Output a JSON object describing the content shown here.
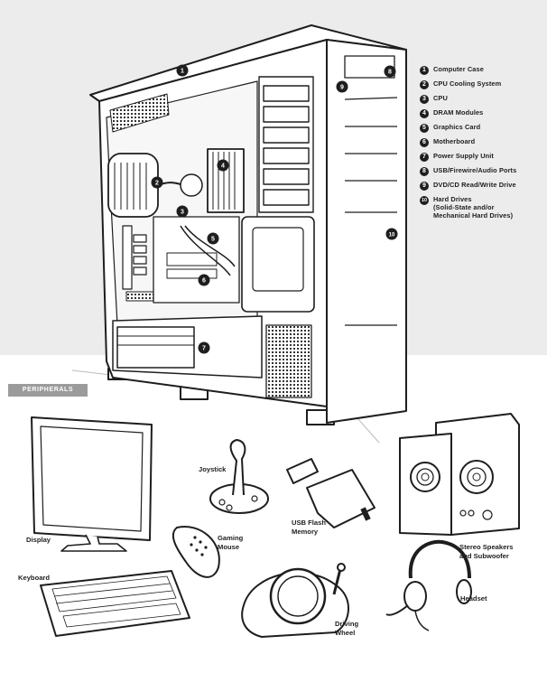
{
  "legend": [
    {
      "num": "1",
      "label": "Computer Case"
    },
    {
      "num": "2",
      "label": "CPU Cooling System"
    },
    {
      "num": "3",
      "label": "CPU"
    },
    {
      "num": "4",
      "label": "DRAM Modules"
    },
    {
      "num": "5",
      "label": "Graphics Card"
    },
    {
      "num": "6",
      "label": "Motherboard"
    },
    {
      "num": "7",
      "label": "Power Supply Unit"
    },
    {
      "num": "8",
      "label": "USB/Firewire/Audio Ports"
    },
    {
      "num": "9",
      "label": "DVD/CD Read/Write Drive"
    },
    {
      "num": "10",
      "label": "Hard Drives\n(Solid-State and/or\nMechanical Hard Drives)"
    }
  ],
  "section_tag": "PERIPHERALS",
  "peripherals": {
    "display": "Display",
    "keyboard": "Keyboard",
    "joystick": "Joystick",
    "gaming_mouse": "Gaming\nMouse",
    "usb_flash": "USB Flash\nMemory",
    "driving_wheel": "Driving\nWheel",
    "speakers": "Stereo Speakers\nand Subwoofer",
    "headset": "Headset"
  }
}
